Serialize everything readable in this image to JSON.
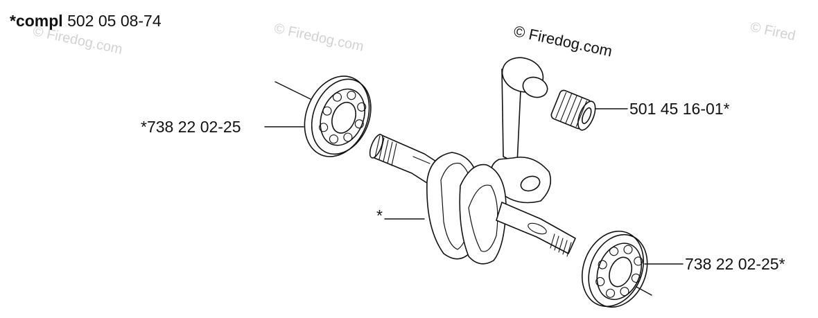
{
  "kit": {
    "prefix": "*compl",
    "number": "502 05 08-74"
  },
  "copyright": "© Firedog.com",
  "watermarks": [
    "© Firedog.com",
    "© Firedog.com",
    "© Fired"
  ],
  "callouts": {
    "bearing_left": "*738 22 02-25",
    "needle_bearing": "501 45 16-01*",
    "crankshaft": "*",
    "bearing_right": "738 22 02-25*"
  }
}
